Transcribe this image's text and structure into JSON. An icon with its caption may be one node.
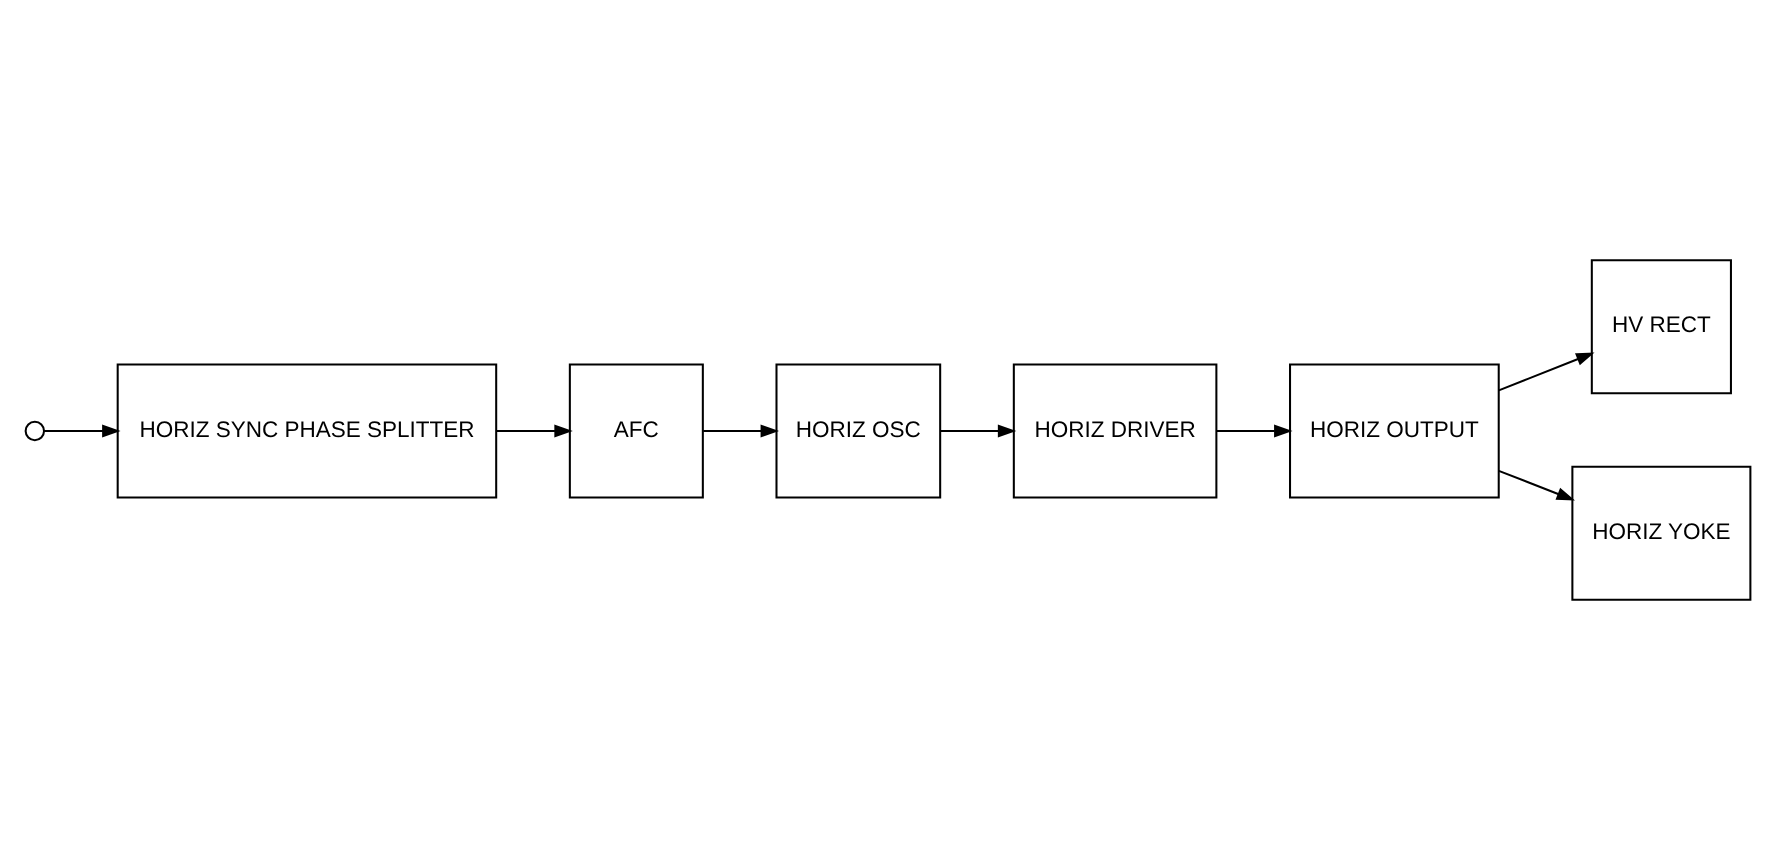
{
  "diagram": {
    "nodes": [
      {
        "text": [],
        "shape": "circle"
      },
      {
        "text": [
          "HORIZ SYNC PHASE SPLITTER"
        ]
      },
      {
        "text": [
          "AFC"
        ]
      },
      {
        "text": [
          "HORIZ OSC"
        ]
      },
      {
        "text": [
          "HORIZ DRIVER"
        ]
      },
      {
        "text": [
          "HORIZ OUTPUT"
        ]
      },
      {
        "text": [
          "HV RECT"
        ]
      },
      {
        "text": [
          "HORIZ YOKE"
        ]
      }
    ],
    "edges": [
      {
        "from": 0,
        "to": 1,
        "arrow": "to"
      },
      {
        "from": 1,
        "to": 2,
        "arrow": "to"
      },
      {
        "from": 2,
        "to": 3,
        "arrow": "to"
      },
      {
        "from": 3,
        "to": 4,
        "arrow": "to"
      },
      {
        "from": 4,
        "to": 5,
        "arrow": "to"
      },
      {
        "from": 5,
        "to": 6,
        "arrow": "to"
      },
      {
        "from": 5,
        "to": 7,
        "arrow": "to"
      }
    ]
  }
}
